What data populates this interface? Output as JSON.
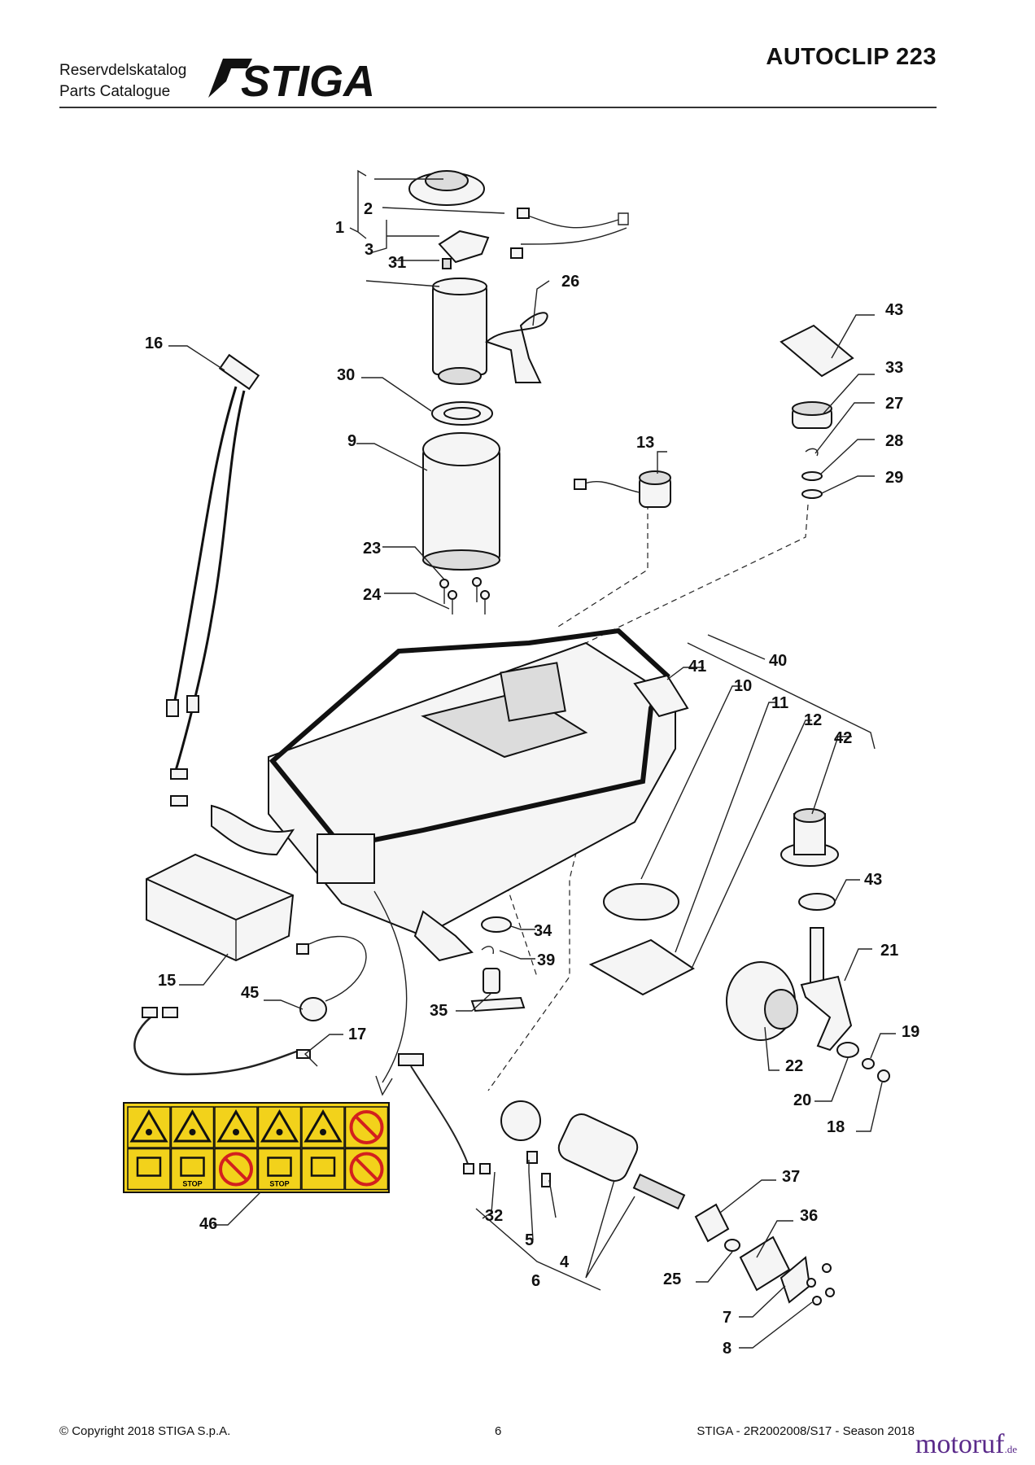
{
  "header": {
    "catalog_line1": "Reservdelskatalog",
    "catalog_line2": "Parts Catalogue",
    "brand": "STIGA",
    "model": "AUTOCLIP 223"
  },
  "callouts": [
    "1",
    "2",
    "3",
    "31",
    "26",
    "16",
    "43",
    "30",
    "33",
    "27",
    "9",
    "13",
    "28",
    "29",
    "23",
    "24",
    "40",
    "41",
    "10",
    "11",
    "12",
    "42",
    "43",
    "34",
    "39",
    "15",
    "45",
    "35",
    "21",
    "17",
    "19",
    "22",
    "20",
    "18",
    "46",
    "37",
    "32",
    "36",
    "5",
    "4",
    "25",
    "6",
    "7",
    "8"
  ],
  "footer": {
    "copyright": "© Copyright 2018 STIGA S.p.A.",
    "page": "6",
    "doc": "STIGA - 2R2002008/S17 - Season 2018"
  },
  "watermark": {
    "name": "motoruf",
    "suffix": ".de"
  },
  "colors": {
    "warning_label": "#f2d21b",
    "watermark": "#5a2a8a"
  },
  "warning_icons": [
    "warning-triangle",
    "blade-hazard",
    "hand-hazard",
    "foot-hazard",
    "thrown-object",
    "no-lifting",
    "manual",
    "rotating-blades-stop",
    "no-riding",
    "stop-before-service",
    "keep-distance",
    "no-children-pets"
  ],
  "warning_stop_text": "STOP"
}
